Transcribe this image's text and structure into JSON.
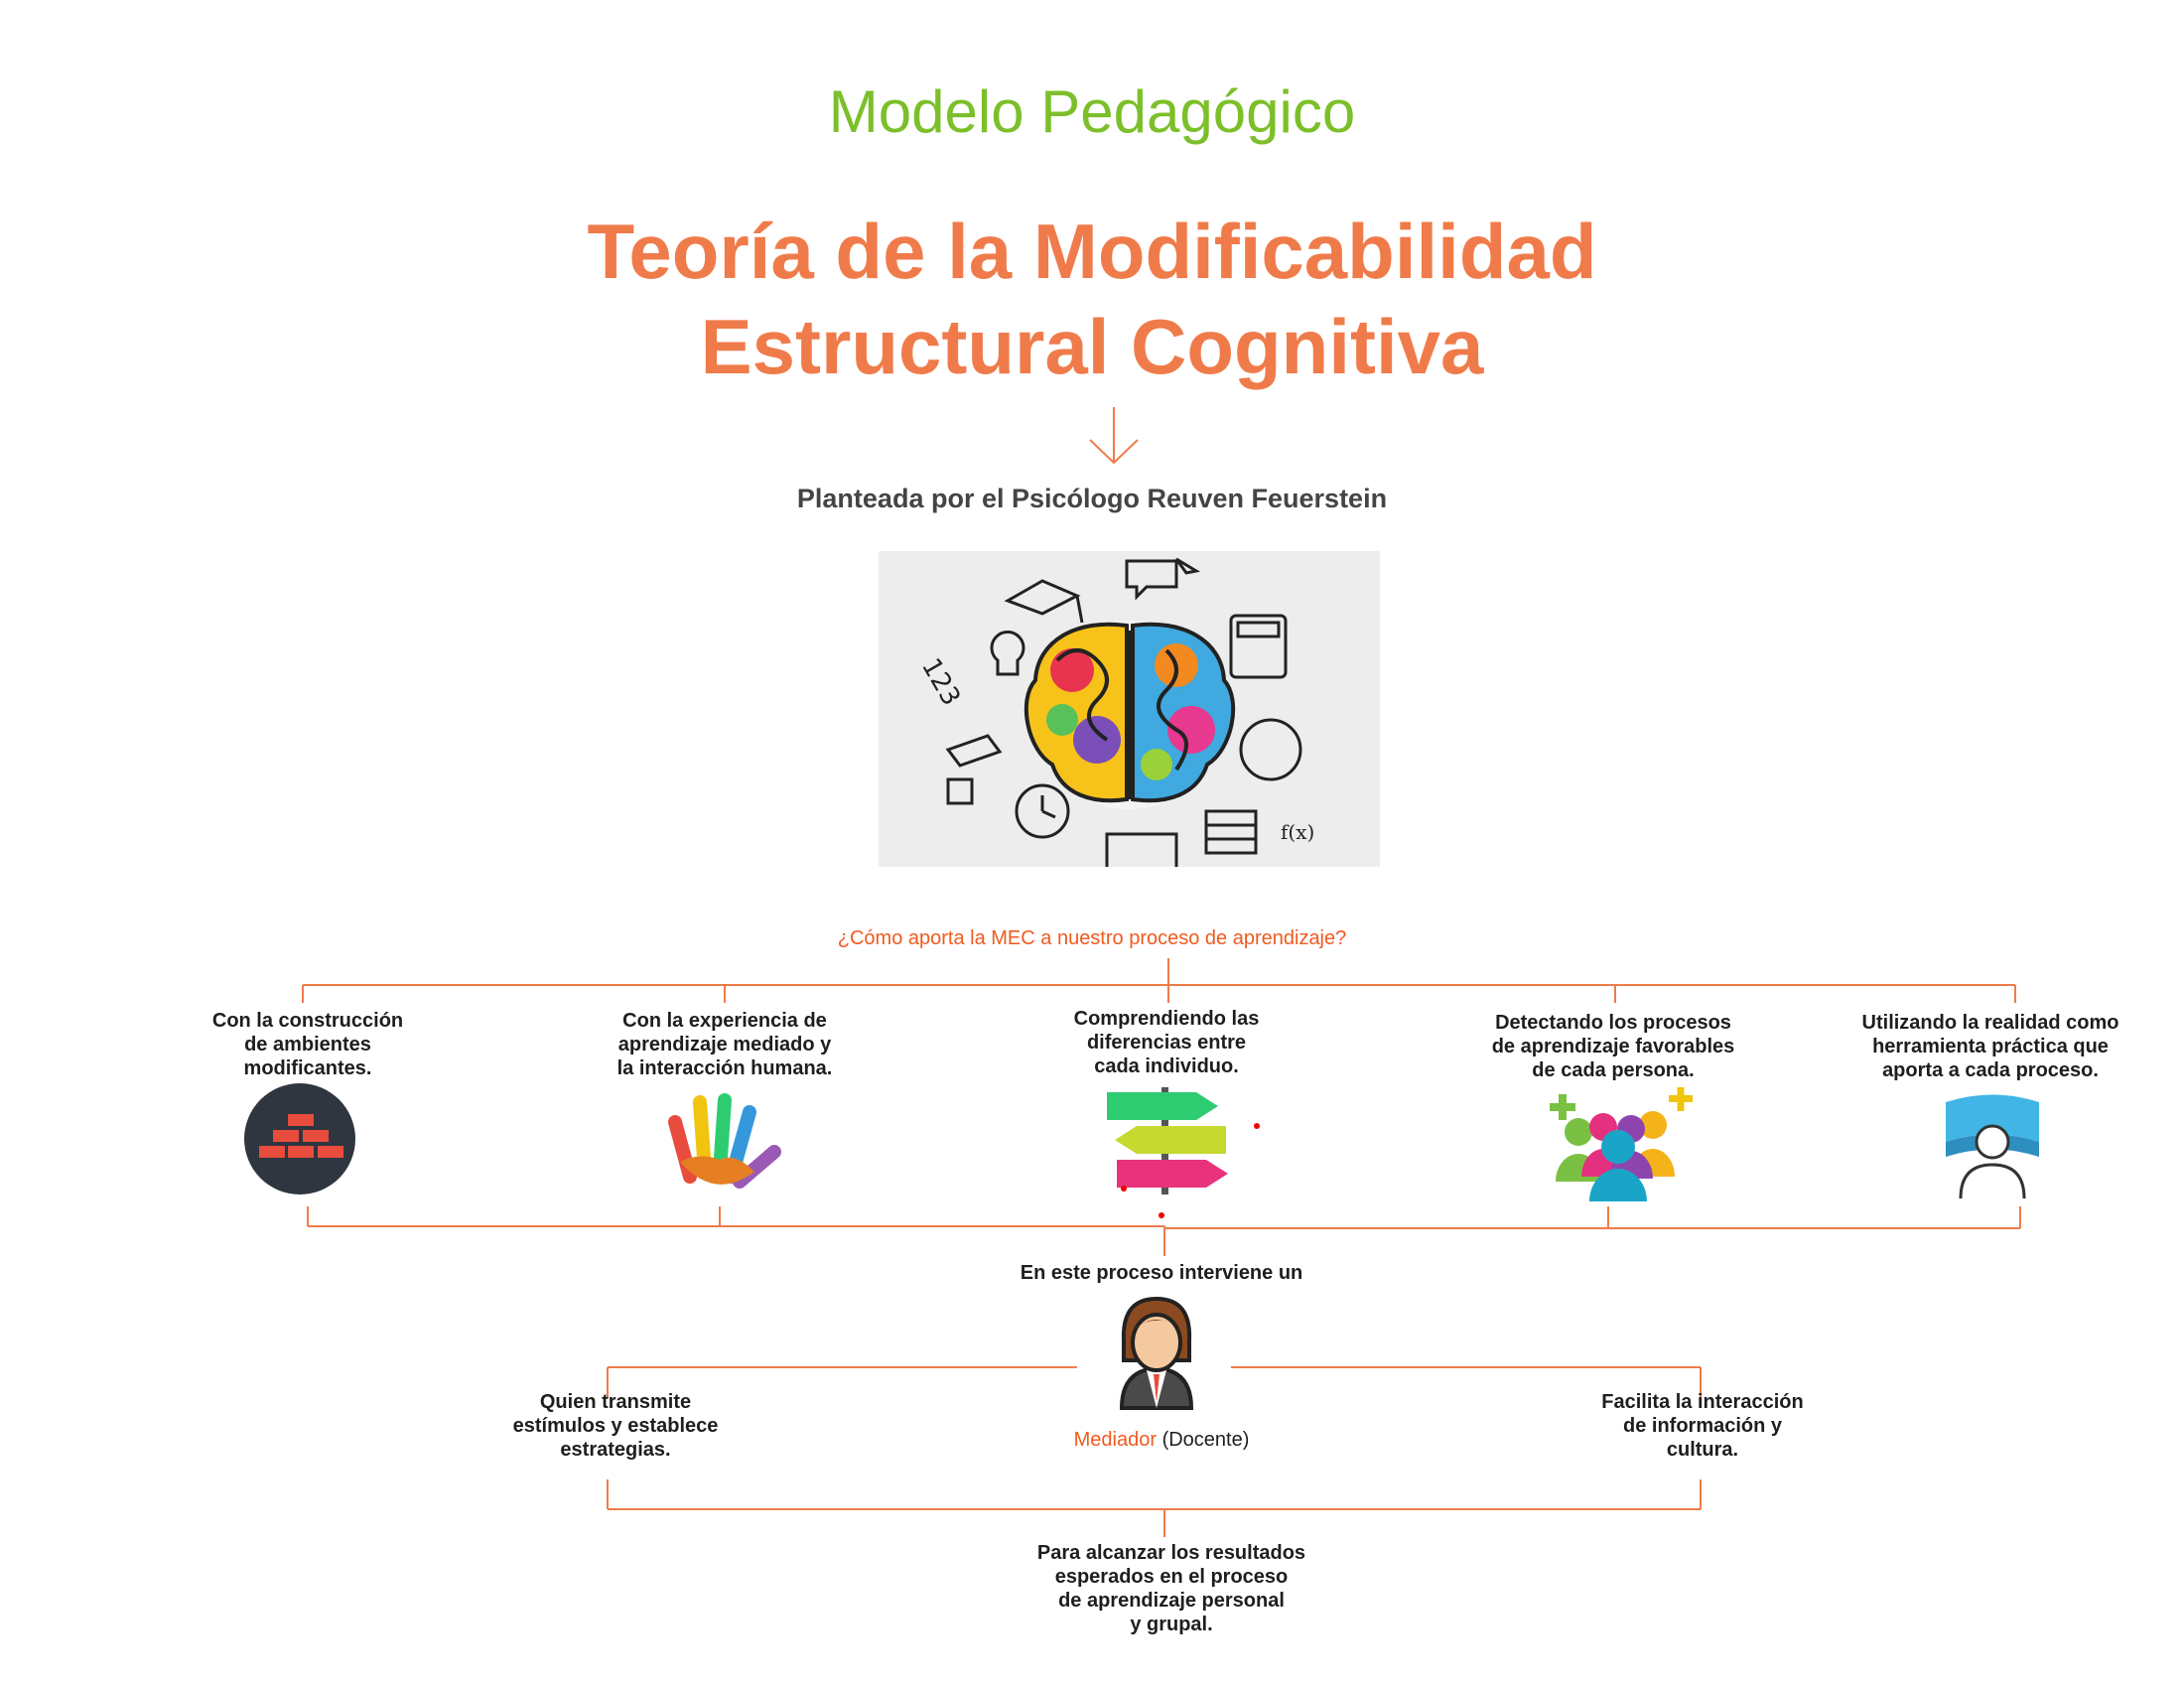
{
  "header": {
    "subtitle": "Modelo Pedagógico",
    "title_line1": "Teoría de la Modificabilidad",
    "title_line2": "Estructural Cognitiva",
    "author": "Planteada por el Psicólogo Reuven Feuerstein"
  },
  "question": "¿Cómo aporta la MEC a nuestro proceso de aprendizaje?",
  "branches": [
    {
      "lines": [
        "Con la construcción",
        "de ambientes",
        "modificantes."
      ],
      "icon": "brick-wall-icon"
    },
    {
      "lines": [
        "Con la experiencia de",
        "aprendizaje mediado y",
        "la interacción humana."
      ],
      "icon": "hands-icon"
    },
    {
      "lines": [
        "Comprendiendo las",
        "diferencias entre",
        "cada individuo."
      ],
      "icon": "signpost-arrows-icon"
    },
    {
      "lines": [
        "Detectando los procesos",
        "de aprendizaje favorables",
        "de cada persona."
      ],
      "icon": "people-group-icon"
    },
    {
      "lines": [
        "Utilizando la realidad como",
        "herramienta práctica que",
        "aporta a cada proceso."
      ],
      "icon": "virtual-reality-person-icon"
    }
  ],
  "mediator": {
    "intro": "En este proceso interviene un",
    "name": "Mediador",
    "role": "(Docente)",
    "left_lines": [
      "Quien transmite",
      "estímulos y establece",
      "estrategias."
    ],
    "right_lines": [
      "Facilita la interacción",
      "de información y",
      "cultura."
    ]
  },
  "result_lines": [
    "Para alcanzar los resultados",
    "esperados en el proceso",
    "de aprendizaje personal",
    "y grupal."
  ],
  "colors": {
    "green": "#7cbf2a",
    "orange": "#f07b4a",
    "line": "#f07b4a",
    "question": "#f05a1e"
  }
}
